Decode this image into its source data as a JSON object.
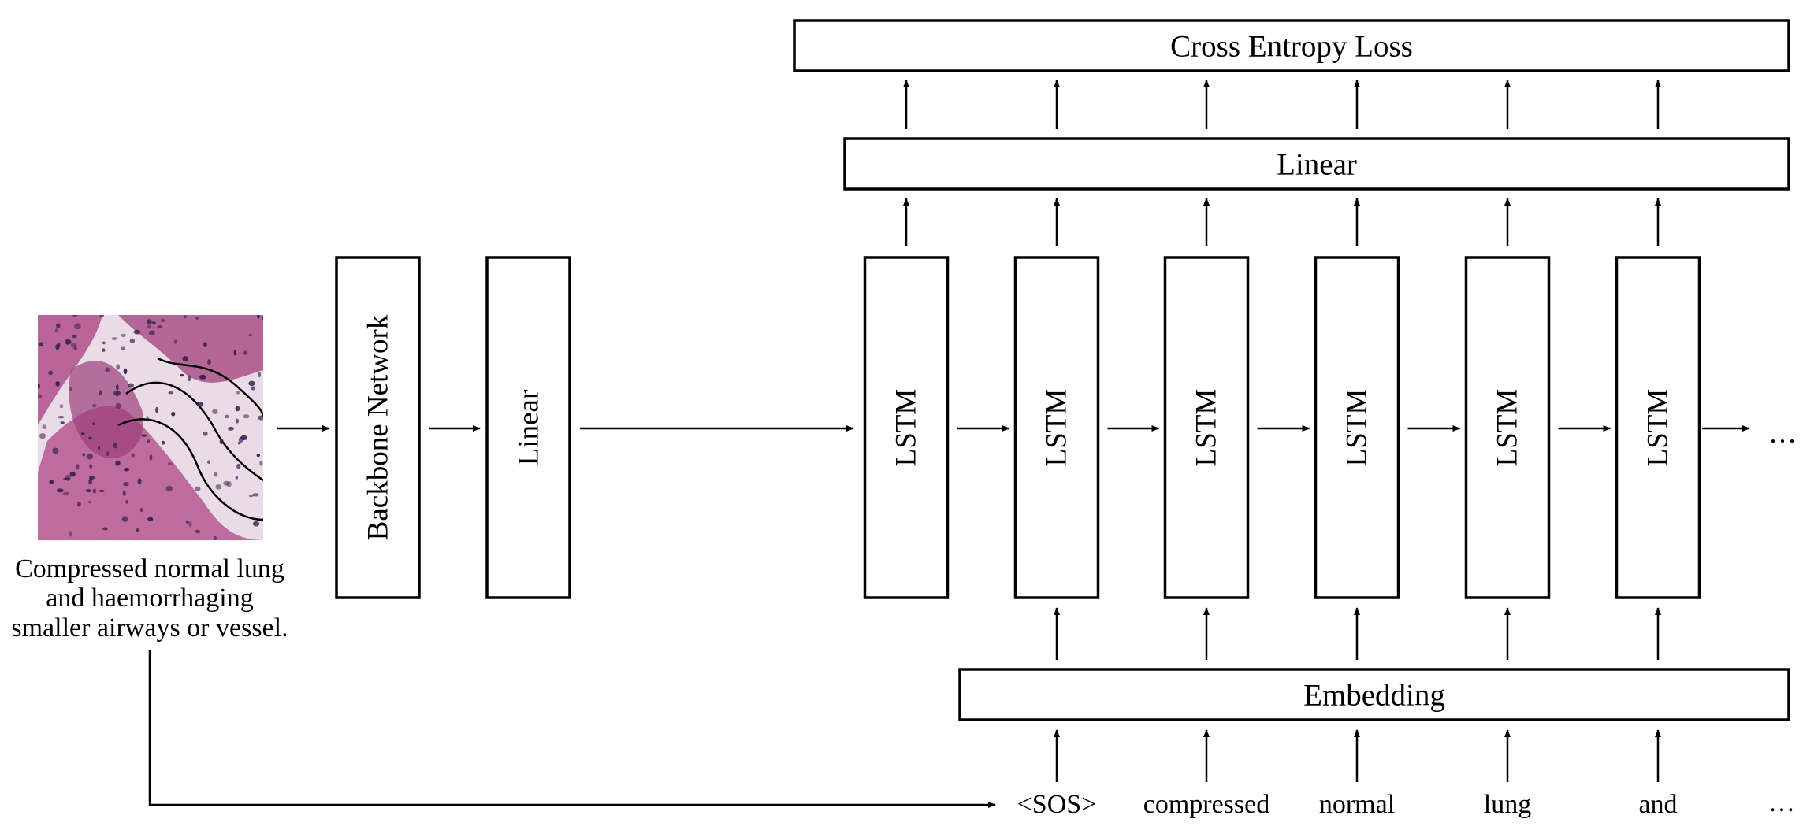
{
  "image": {
    "caption_lines": [
      "Compressed normal lung",
      "and haemorrhaging",
      "smaller airways or vessel."
    ]
  },
  "encoder": {
    "backbone_label": "Backbone Network",
    "linear_label": "Linear"
  },
  "decoder": {
    "loss_label": "Cross Entropy Loss",
    "output_linear_label": "Linear",
    "embedding_label": "Embedding",
    "lstm_label": "LSTM",
    "continuation": "…"
  },
  "tokens": [
    "<SOS>",
    "compressed",
    "normal",
    "lung",
    "and"
  ],
  "token_continuation": "…",
  "colors": {
    "line": "#000000",
    "tissue_background": "#e9dce6",
    "tissue_stain": "#b24f8c",
    "nuclei": "#3b2450"
  }
}
